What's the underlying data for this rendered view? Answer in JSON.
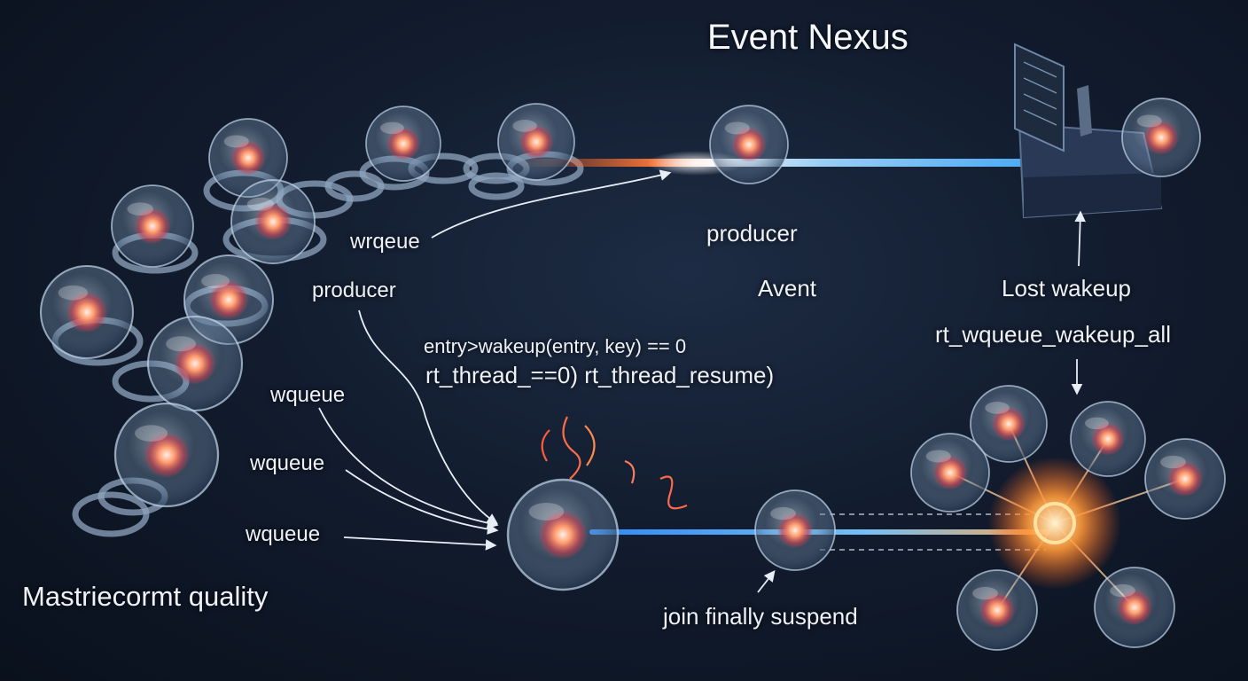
{
  "title": "Event Nexus",
  "labels": {
    "producer_top": "producer",
    "wrqeue": "wrqeue",
    "producer_left": "producer",
    "avent": "Avent",
    "lost_wakeup": "Lost wakeup",
    "wakeup_all": "rt_wqueue_wakeup_all",
    "entry_call": "entry>wakeup(entry, key) == 0",
    "thread_resume": "rt_thread_==0)  rt_thread_resume)",
    "wqueue_1": "wqueue",
    "wqueue_2": "wqueue",
    "wqueue_3": "wqueue",
    "bottom_left": "Mastriecormt quality",
    "join_suspend": "join finally suspend"
  },
  "colors": {
    "background": "#0f1828",
    "beam_blue": "#4fb6ff",
    "beam_orange": "#ff6a2a",
    "core": "#ff8a5a",
    "sphere": "#a9c4de",
    "text": "#eef2f8"
  }
}
